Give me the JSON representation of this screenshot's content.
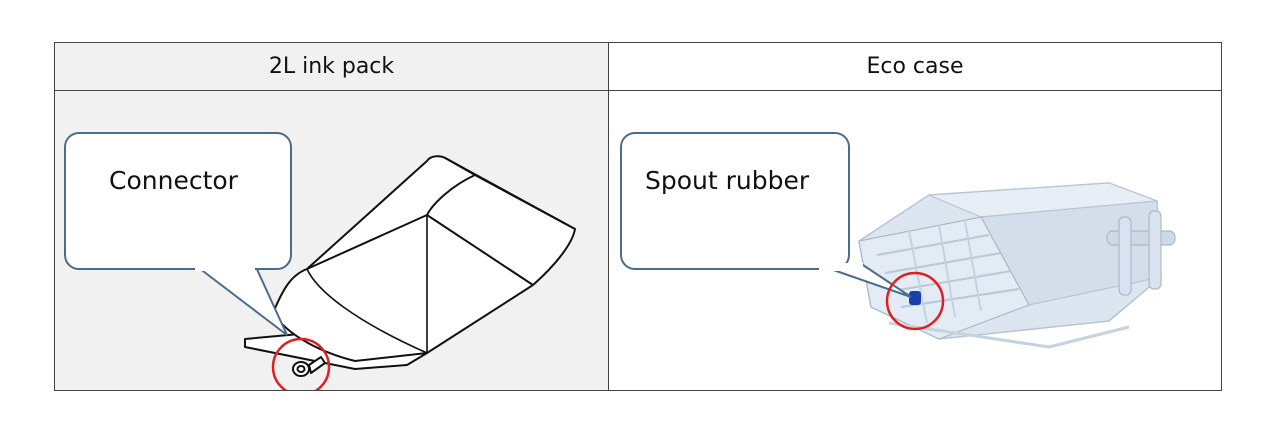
{
  "table": {
    "columns": [
      {
        "header": "2L ink pack",
        "callout": "Connector",
        "image": "ink-pack-drawing"
      },
      {
        "header": "Eco case",
        "callout": "Spout rubber",
        "image": "eco-case-photo"
      }
    ]
  },
  "colors": {
    "callout_border": "#4a6d8c",
    "highlight_circle": "#e02020",
    "header_bg": "#f1f1f1",
    "spout_blue": "#1a3fa8"
  }
}
